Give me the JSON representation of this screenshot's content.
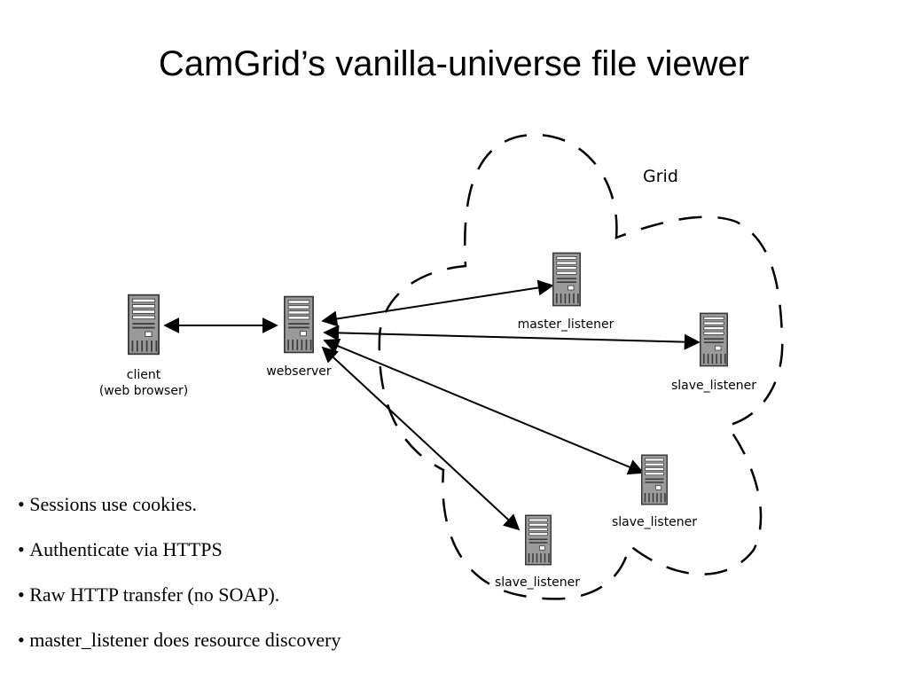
{
  "slide": {
    "title": "CamGrid’s vanilla-universe file viewer"
  },
  "diagram": {
    "grid_label": "Grid",
    "nodes": {
      "client": {
        "label": "client",
        "sublabel": "(web browser)"
      },
      "webserver": {
        "label": "webserver"
      },
      "master_listener": {
        "label": "master_listener"
      },
      "slave_listener_1": {
        "label": "slave_listener"
      },
      "slave_listener_2": {
        "label": "slave_listener"
      },
      "slave_listener_3": {
        "label": "slave_listener"
      }
    },
    "connections": [
      {
        "from": "client",
        "to": "webserver",
        "direction": "both"
      },
      {
        "from": "webserver",
        "to": "master_listener",
        "direction": "both"
      },
      {
        "from": "webserver",
        "to": "slave_listener_1",
        "direction": "both"
      },
      {
        "from": "webserver",
        "to": "slave_listener_2",
        "direction": "both"
      },
      {
        "from": "webserver",
        "to": "slave_listener_3",
        "direction": "both"
      }
    ],
    "colors": {
      "server_body": "#9a9a9a",
      "server_dark": "#3a3a3a",
      "lines": "#000000"
    },
    "icon": "server-tower-icon"
  },
  "bullets": [
    "Sessions use cookies.",
    "Authenticate via HTTPS",
    "Raw HTTP transfer (no SOAP).",
    "master_listener does resource discovery"
  ]
}
